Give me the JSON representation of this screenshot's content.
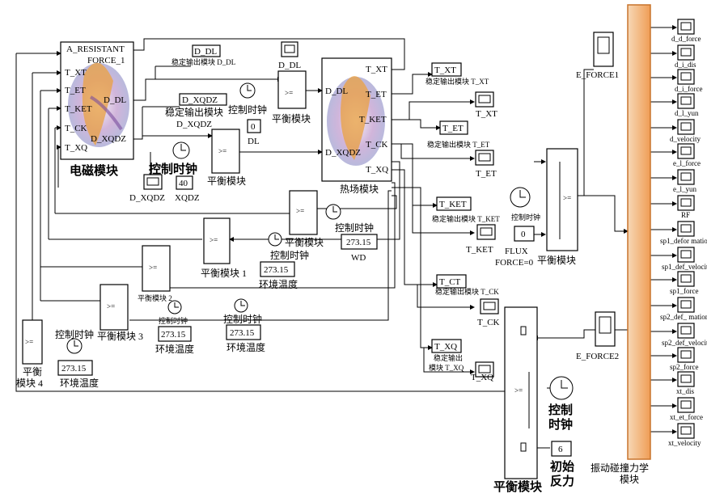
{
  "em_block": {
    "title": "电磁模块",
    "ports_in": [
      "A_RESISTANT",
      "T_XT",
      "T_ET",
      "T_KET",
      "T_CK",
      "T_XQ"
    ],
    "force_label": "FORCE_1",
    "ports_out": [
      "D_DL",
      "D_XQDZ"
    ]
  },
  "thermal_block": {
    "title": "热场模块",
    "ports_in": [
      "D_DL",
      "D_XQDZ"
    ],
    "ports_out": [
      "T_XT",
      "T_ET",
      "T_KET",
      "T_CK",
      "T_XQ"
    ]
  },
  "vib_block": {
    "title_line1": "振动碰撞力学",
    "title_line2": "模块",
    "outputs": [
      "d_d_force",
      "d_i_dis",
      "d_i_force",
      "d_l_yun",
      "d_velocity",
      "e_l_force",
      "e_l_yun",
      "RF",
      "sp1_defor mation",
      "sp1_def_velocity",
      "sp1_force",
      "sp2_def_ mation",
      "sp2_def_velocity",
      "sp2_force",
      "xt_dis",
      "xt_et_force",
      "xt_velocity"
    ]
  },
  "scopes": {
    "d_dl": "D_DL",
    "d_dl_stable": "稳定输出模块 D_DL",
    "d_xqdz": "D_XQDZ",
    "d_xqdz_stable1": "稳定输出模块",
    "d_xqdz_stable2": "D_XQDZ",
    "d_xqdz_bottom": "D_XQDZ",
    "t_xt": "T_XT",
    "t_xt_stable": "稳定输出模块 T_XT",
    "t_xt_tag": "T_XT",
    "t_et": "T_ET",
    "t_et_stable": "稳定输出模块 T_ET",
    "t_et_tag": "T_ET",
    "t_ket": "T_KET",
    "t_ket_stable": "稳定输出模块 T_KET",
    "t_ket_tag": "T_KET",
    "t_ck": "T_CT",
    "t_ck_stable": "稳定输出模块 T_CK",
    "t_ck_tag": "T_CK",
    "t_xq": "T_XQ",
    "t_xq_stable1": "稳定输出",
    "t_xq_stable2": "模块 T_XQ",
    "t_xq_tag": "T_XQ",
    "e_force1": "E_FORCE1",
    "e_force2": "E_FORCE2"
  },
  "labels": {
    "control_clock": "控制时钟",
    "balance": "平衡模块",
    "balance1": "平衡模块 1",
    "balance2": "平衡模块 2",
    "balance3": "平衡模块 3",
    "balance4a": "平衡",
    "balance4b": "模块 4",
    "env_temp": "环境温度",
    "dl": "DL",
    "xqdz": "XQDZ",
    "wd": "WD",
    "flux1": "FLUX",
    "flux2": "FORCE=0",
    "ctrl_line1": "控制",
    "ctrl_line2": "时钟",
    "init_line1": "初始",
    "init_line2": "反力",
    "switch_sym": ">="
  },
  "constants": {
    "dl": "0",
    "xqdz": "40",
    "wd": "273.15",
    "env1": "273.15",
    "env2": "273.15",
    "env3": "273.15",
    "env4": "273.15",
    "flux": "0",
    "init_force": "6"
  },
  "colors": {
    "vib_block_fill_start": "#f6d2ae",
    "vib_block_fill_end": "#f0a866",
    "vib_block_stroke": "#c8742c",
    "wire": "#000000"
  }
}
